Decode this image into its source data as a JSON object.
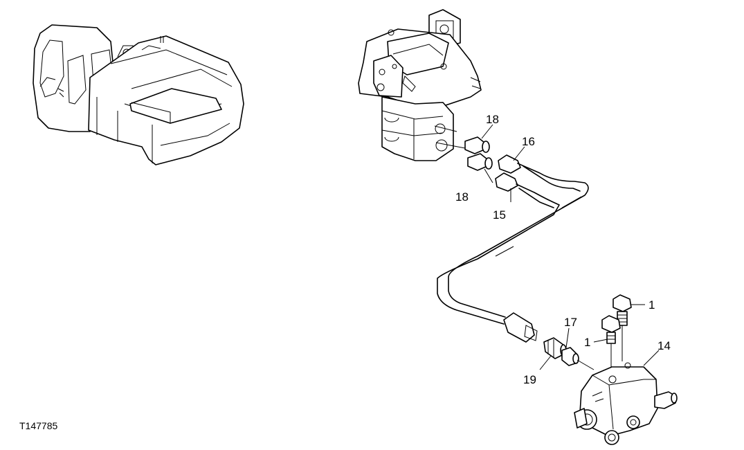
{
  "figure_id": "T147785",
  "callouts": {
    "c1a": "1",
    "c1b": "1",
    "c14": "14",
    "c15": "15",
    "c16": "16",
    "c17": "17",
    "c18a": "18",
    "c18b": "18",
    "c19": "19"
  }
}
